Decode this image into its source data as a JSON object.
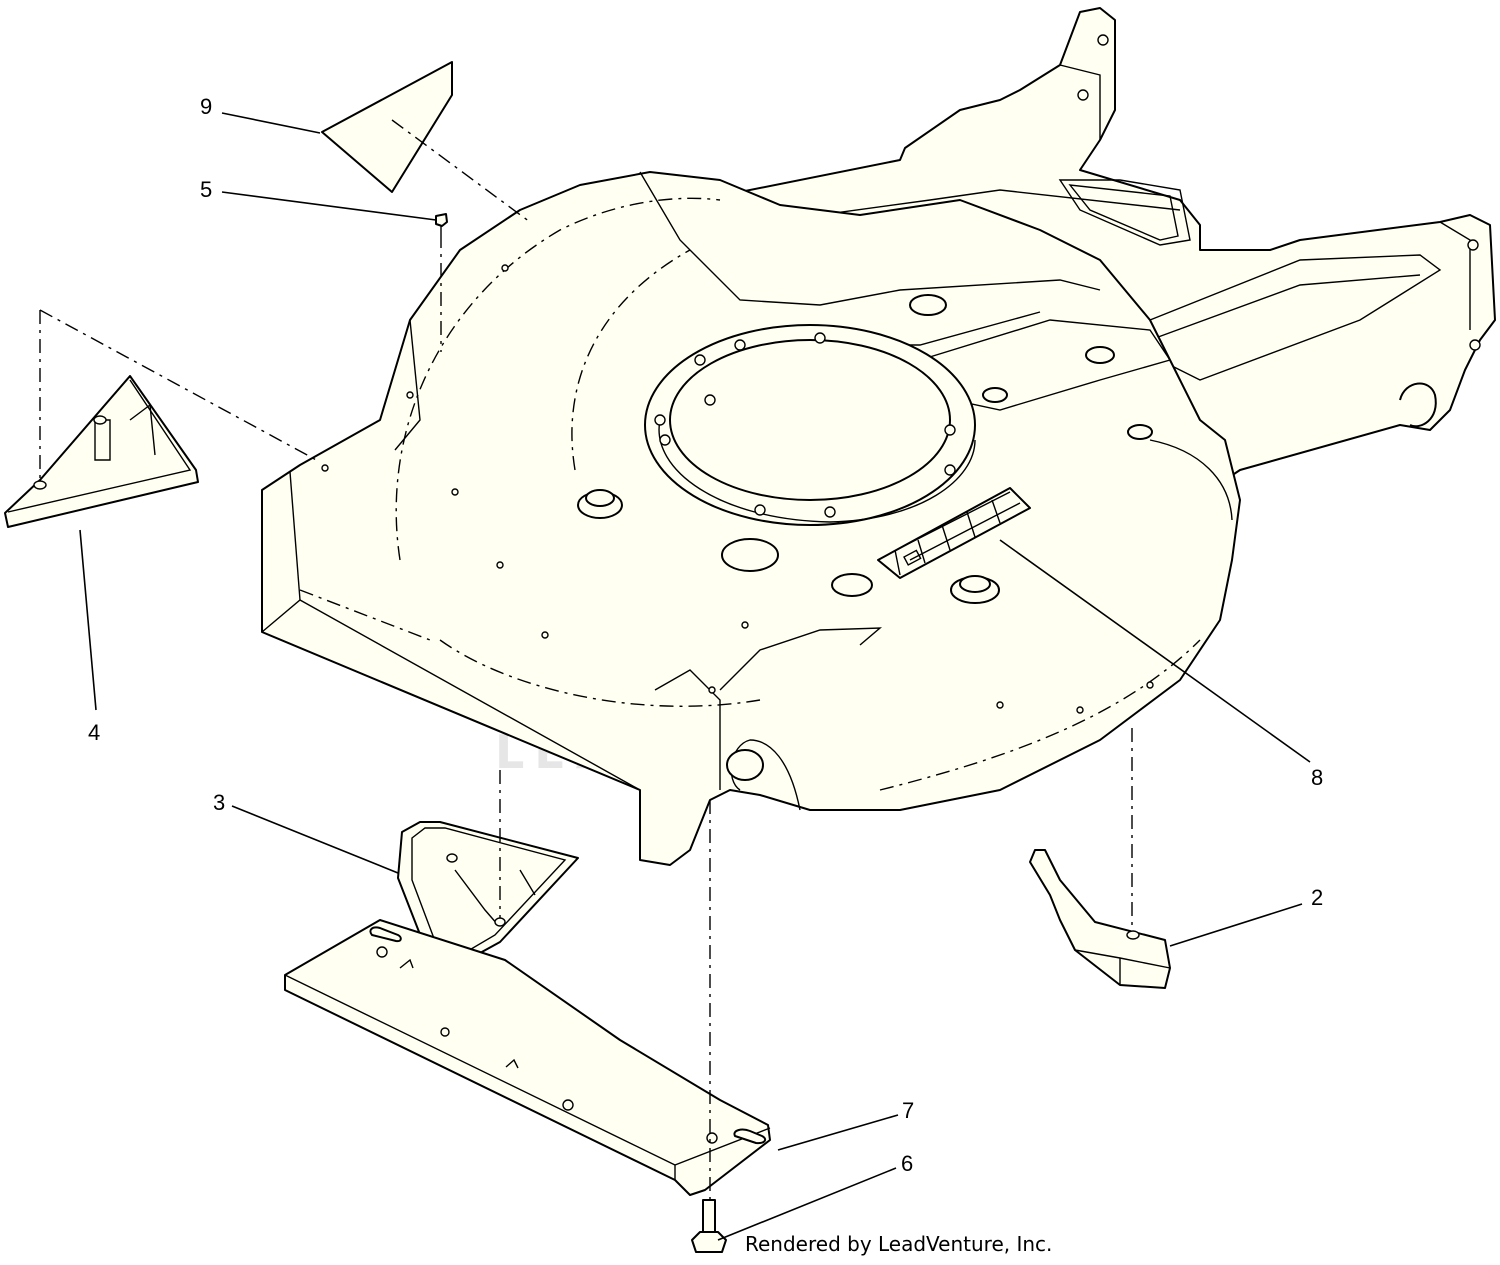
{
  "callouts": {
    "part_2": "2",
    "part_3": "3",
    "part_4": "4",
    "part_5": "5",
    "part_6": "6",
    "part_7": "7",
    "part_8": "8",
    "part_9": "9"
  },
  "watermark": {
    "text": "LEADVENTURE"
  },
  "credit": "Rendered by LeadVenture, Inc."
}
